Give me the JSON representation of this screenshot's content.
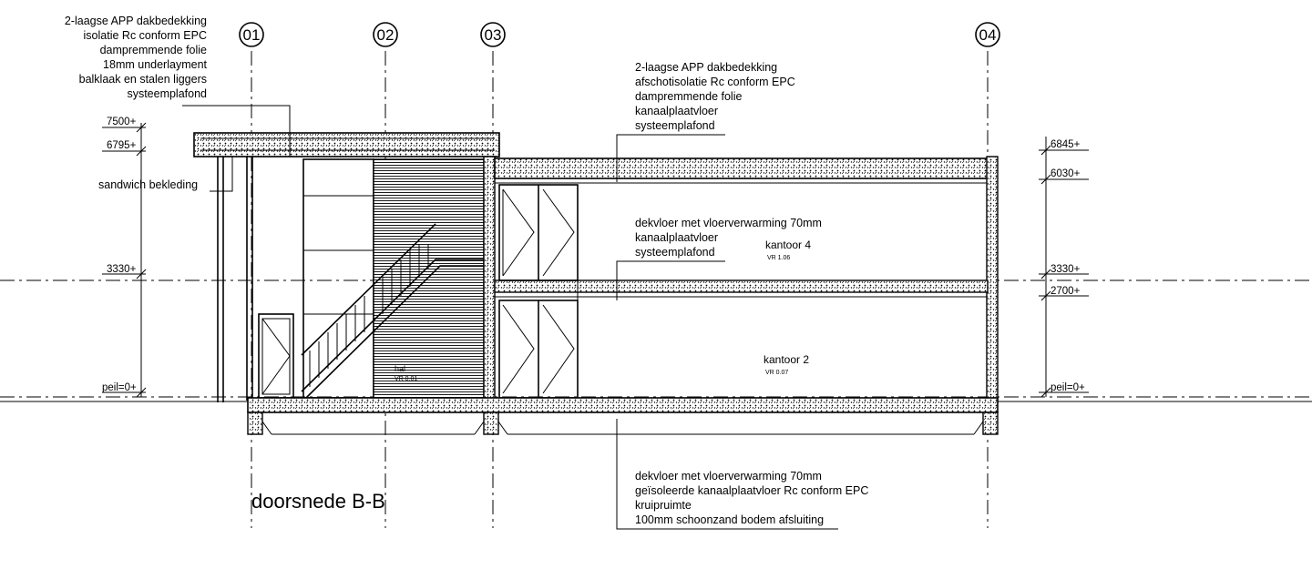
{
  "grid_axes": [
    "01",
    "02",
    "03",
    "04"
  ],
  "notes": {
    "roof_left": [
      "2-laagse APP dakbedekking",
      "isolatie Rc conform EPC",
      "dampremmende folie",
      "18mm underlayment",
      "balklaak en stalen liggers",
      "systeemplafond"
    ],
    "roof_right": [
      "2-laagse APP dakbedekking",
      "afschotisolatie Rc conform EPC",
      "dampremmende folie",
      "kanaalplaatvloer",
      "systeemplafond"
    ],
    "floor_mid": [
      "dekvloer met vloerverwarming 70mm",
      "kanaalplaatvloer",
      "systeemplafond"
    ],
    "floor_ground": [
      "dekvloer met vloerverwarming 70mm",
      "geïsoleerde kanaalplaatvloer Rc conform EPC",
      "kruipruimte",
      "100mm schoonzand bodem afsluiting"
    ],
    "cladding": "sandwich bekleding"
  },
  "levels_left": [
    "7500+",
    "6795+",
    "3330+",
    "peil=0+"
  ],
  "levels_right": [
    "6845+",
    "6030+",
    "3330+",
    "2700+",
    "peil=0+"
  ],
  "rooms": {
    "upper": {
      "name": "kantoor 4",
      "code": "VR 1.06"
    },
    "lower": {
      "name": "kantoor 2",
      "code": "VR 0.07"
    },
    "hall": {
      "name": "hal",
      "code": "VR 0.01"
    }
  },
  "title": "doorsnede B-B"
}
